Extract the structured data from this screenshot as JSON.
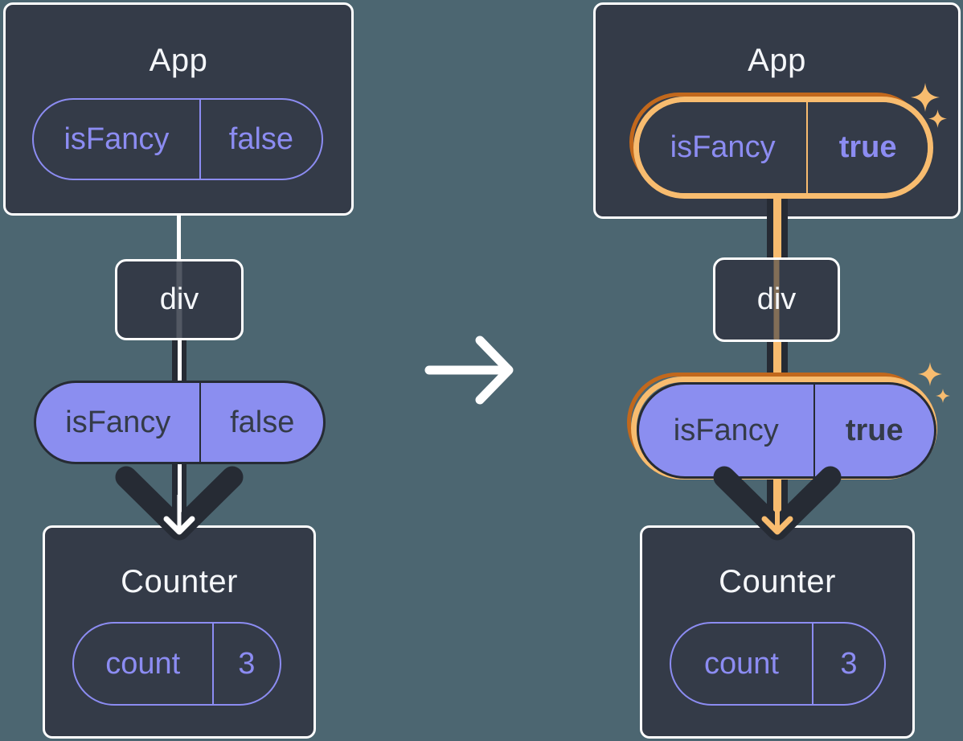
{
  "diagram": {
    "before": {
      "app": {
        "title": "App",
        "prop_name": "isFancy",
        "prop_value": "false"
      },
      "div": {
        "label": "div"
      },
      "passed_prop": {
        "name": "isFancy",
        "value": "false"
      },
      "counter": {
        "title": "Counter",
        "state_name": "count",
        "state_value": "3"
      }
    },
    "after": {
      "app": {
        "title": "App",
        "prop_name": "isFancy",
        "prop_value": "true"
      },
      "div": {
        "label": "div"
      },
      "passed_prop": {
        "name": "isFancy",
        "value": "true"
      },
      "counter": {
        "title": "Counter",
        "state_name": "count",
        "state_value": "3"
      }
    },
    "colors": {
      "background": "#4C6671",
      "card": "#343B48",
      "card_border": "#FFFFFF",
      "purple_fill": "#8B8EF0",
      "purple_text": "#8C8CF2",
      "dark_ink": "#262B34",
      "highlight_orange_dark": "#C2681C",
      "highlight_orange_light": "#F8BC6F"
    }
  }
}
